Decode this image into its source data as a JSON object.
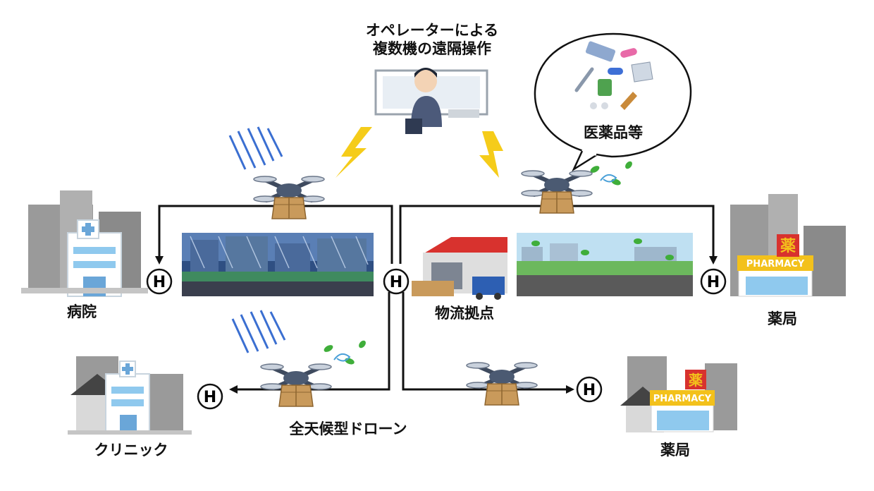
{
  "operator": {
    "line1": "オペレーターによる",
    "line2": "複数機の遠隔操作"
  },
  "speech": {
    "label": "医薬品等"
  },
  "nodes": {
    "hospital": "病院",
    "hub": "物流拠点",
    "pharmacy_right": "薬局",
    "clinic": "クリニック",
    "pharmacy_bottom": "薬局"
  },
  "drone_label": "全天候型ドローン",
  "helipad_mark": "H",
  "pharmacy_sign": {
    "kanji": "薬",
    "text": "PHARMACY"
  },
  "colors": {
    "line": "#111111",
    "lightning": "#f5cc1a",
    "rain": "#3b6fd1",
    "leaf": "#3fae3a",
    "box": "#c99a5b",
    "roof_red": "#d8322e",
    "sign_yellow": "#f3c11b",
    "building_gray": "#9a9a9a",
    "window_blue": "#8fc9ee"
  }
}
